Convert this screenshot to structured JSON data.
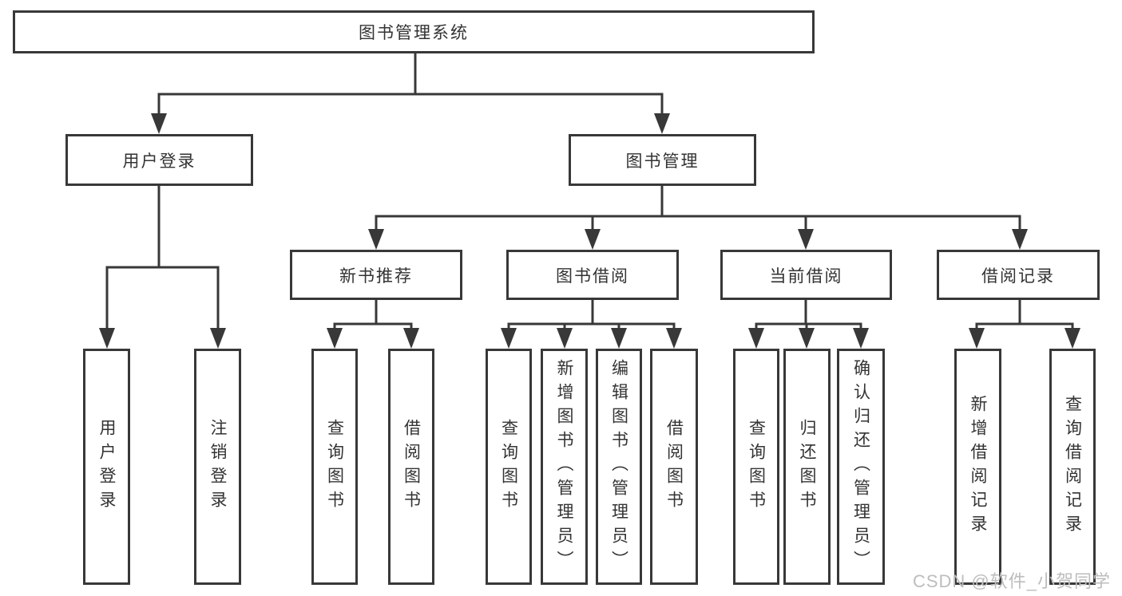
{
  "tree": {
    "label": "图书管理系统",
    "children": [
      {
        "label": "用户登录",
        "children": [
          {
            "label": "用户登录"
          },
          {
            "label": "注销登录"
          }
        ]
      },
      {
        "label": "图书管理",
        "children": [
          {
            "label": "新书推荐",
            "children": [
              {
                "label": "查询图书"
              },
              {
                "label": "借阅图书"
              }
            ]
          },
          {
            "label": "图书借阅",
            "children": [
              {
                "label": "查询图书"
              },
              {
                "label": "新增图书（管理员）"
              },
              {
                "label": "编辑图书（管理员）"
              },
              {
                "label": "借阅图书"
              }
            ]
          },
          {
            "label": "当前借阅",
            "children": [
              {
                "label": "查询图书"
              },
              {
                "label": "归还图书"
              },
              {
                "label": "确认归还（管理员）"
              }
            ]
          },
          {
            "label": "借阅记录",
            "children": [
              {
                "label": "新增借阅记录"
              },
              {
                "label": "查询借阅记录"
              }
            ]
          }
        ]
      }
    ]
  },
  "watermark": "CSDN @软件_小贺同学",
  "colors": {
    "line": "#383838",
    "text": "#333333",
    "watermark": "#bdbdbd",
    "background": "#ffffff"
  }
}
